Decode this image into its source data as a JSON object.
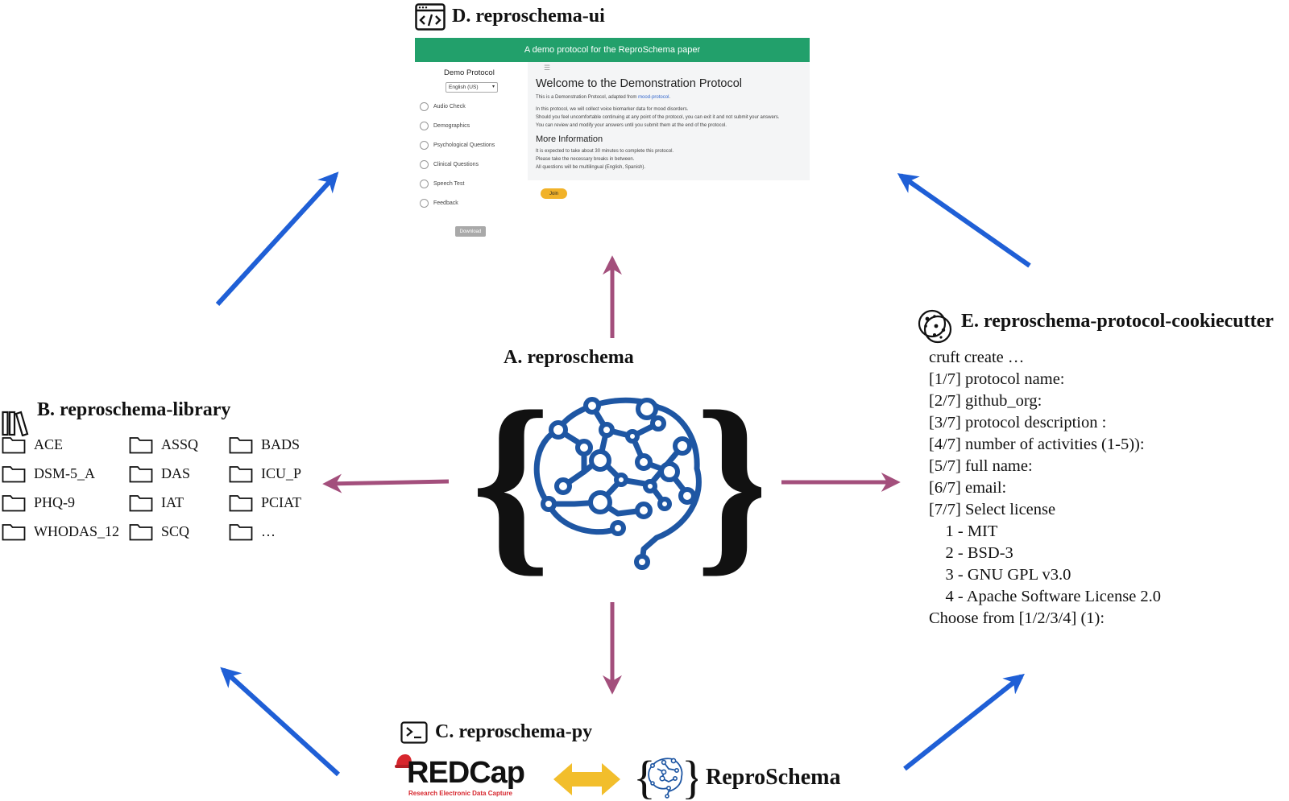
{
  "node_a": {
    "title": "A. reproschema"
  },
  "node_b": {
    "title": "B. reproschema-library",
    "folders": [
      "ACE",
      "ASSQ",
      "BADS",
      "DSM-5_A",
      "DAS",
      "ICU_P",
      "PHQ-9",
      "IAT",
      "PCIAT",
      "WHODAS_12",
      "SCQ",
      "…"
    ]
  },
  "node_c": {
    "title": "C. reproschema-py",
    "redcap_logo": "REDCap",
    "redcap_tagline": "Research Electronic Data Capture",
    "reproschema_label": "ReproSchema"
  },
  "node_d": {
    "title": "D. reproschema-ui",
    "banner": "A demo protocol for the ReproSchema paper",
    "sidebar_title": "Demo Protocol",
    "language": "English (US)",
    "activities": [
      "Audio Check",
      "Demographics",
      "Psychological Questions",
      "Clinical Questions",
      "Speech Test",
      "Feedback"
    ],
    "download_label": "Download",
    "heading": "Welcome to the Demonstration Protocol",
    "intro_text": "This is a Demonstration Protocol, adapted from ",
    "intro_link": "mood-protocol",
    "intro_end": ".",
    "paragraph_lines": [
      "In this protocol, we will collect voice biomarker data for mood disorders.",
      "Should you feel uncomfortable continuing at any point of the protocol, you can exit it and not submit your answers.",
      "You can review and modify your answers until you submit them at the end of the protocol."
    ],
    "more_heading": "More Information",
    "more_lines": [
      "It is expected to take about 30 minutes to complete this protocol.",
      "Please take the necessary breaks in between.",
      "All questions will be multilingual (English, Spanish)."
    ],
    "join_label": "Join"
  },
  "node_e": {
    "title": "E. reproschema-protocol-cookiecutter",
    "lines": [
      "cruft create …",
      "[1/7] protocol name:",
      "[2/7] github_org:",
      "[3/7] protocol description :",
      "[4/7] number of activities (1-5)):",
      "[5/7] full name:",
      "[6/7] email:",
      "[7/7] Select license",
      "    1 - MIT",
      "    2 - BSD-3",
      "    3 - GNU GPL v3.0",
      "    4 - Apache Software License 2.0",
      "Choose from [1/2/3/4] (1):"
    ]
  },
  "colors": {
    "blue_arrow": "#1f5fd6",
    "purple_arrow": "#a34f7c",
    "gold_arrow": "#f2be2c",
    "brain_blue": "#1e56a3",
    "banner_green": "#22a06b",
    "redcap_red": "#d7262d"
  },
  "icons": [
    "code-window-icon",
    "books-icon",
    "terminal-icon",
    "cookie-icon",
    "folder-icon",
    "brain-logo"
  ]
}
